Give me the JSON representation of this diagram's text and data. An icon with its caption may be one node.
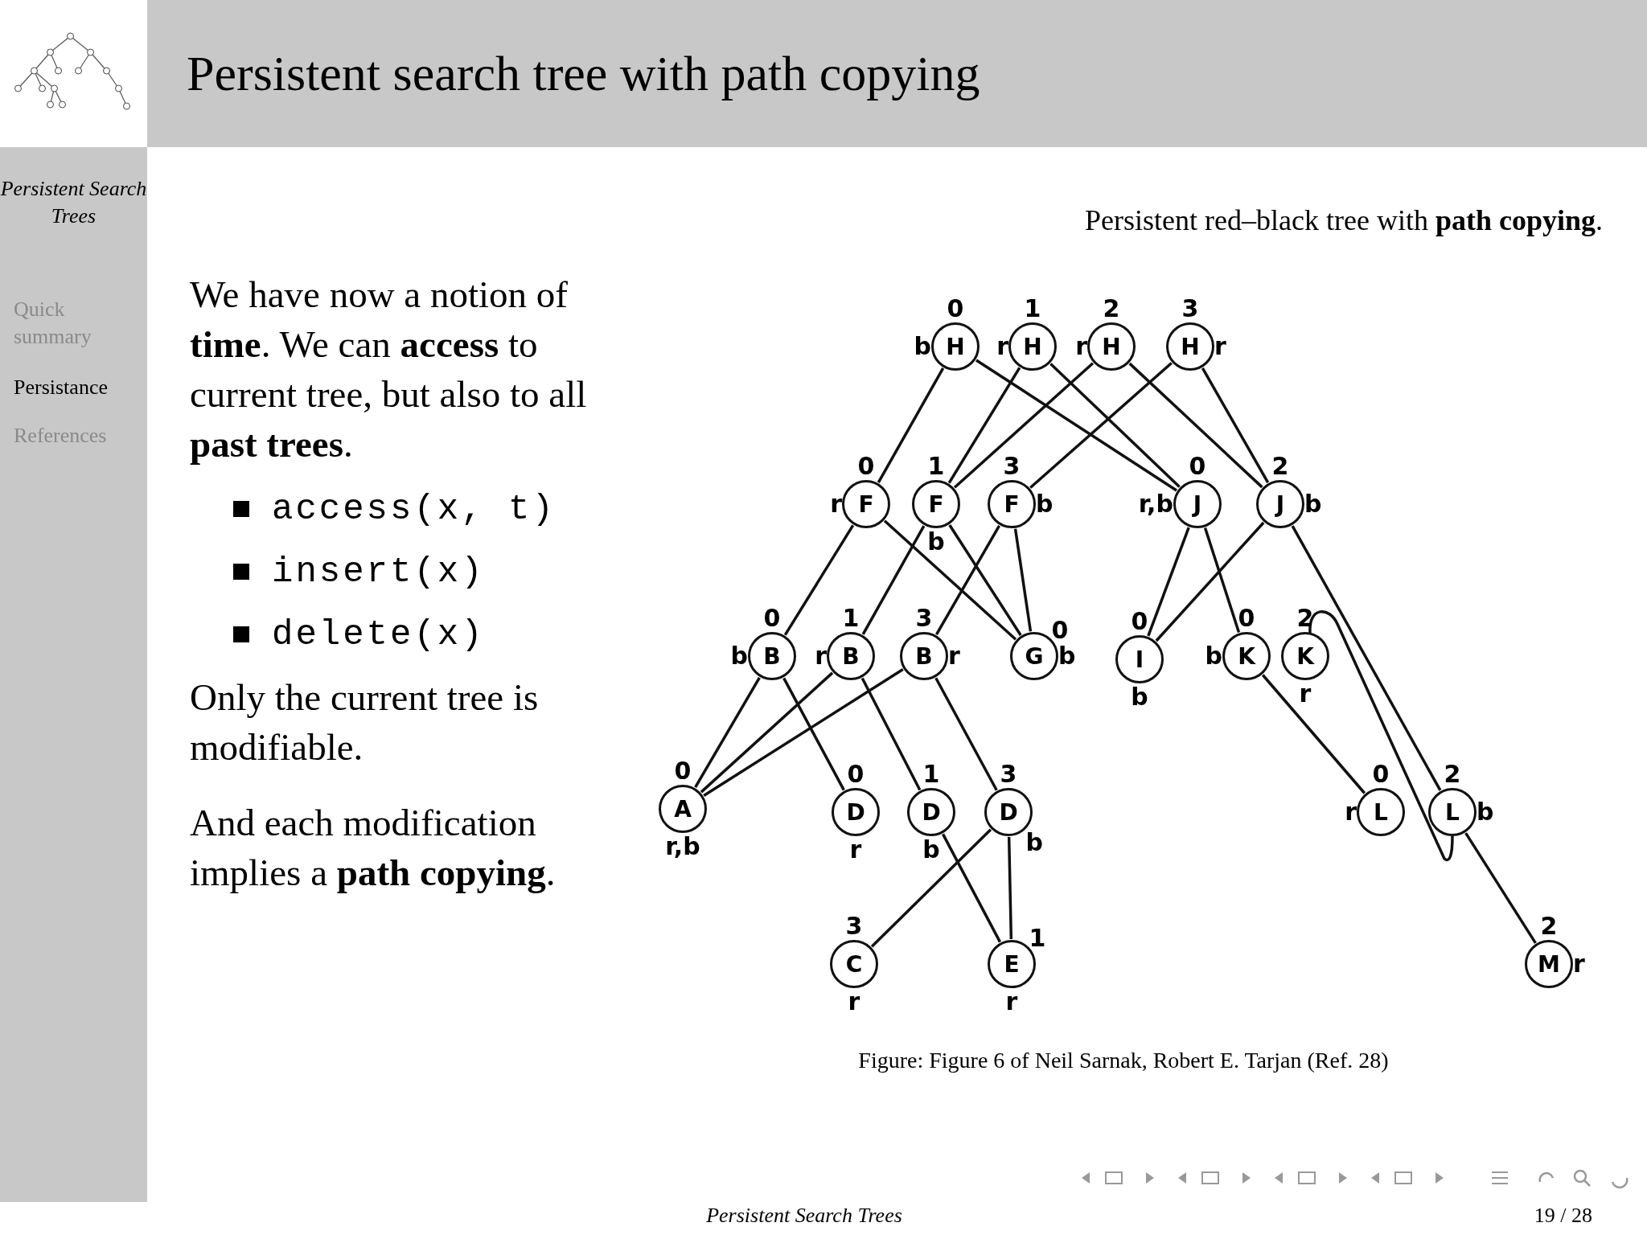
{
  "diagram": {
    "title": "Persistent search tree with path copying",
    "caption": "Figure: Figure 6 of Neil Sarnak, Robert E. Tarjan (Ref. 28)",
    "nodes": [
      {
        "text": [
          "H"
        ],
        "beside": [
          "0",
          "b"
        ]
      },
      {
        "text": [
          "H"
        ],
        "beside": [
          "1",
          "r"
        ]
      },
      {
        "text": [
          "H"
        ],
        "beside": [
          "2",
          "r"
        ]
      },
      {
        "text": [
          "H"
        ],
        "beside": [
          "3",
          "r"
        ]
      },
      {
        "text": [
          "F"
        ],
        "beside": [
          "0",
          "r"
        ]
      },
      {
        "text": [
          "F"
        ],
        "beside": [
          "1",
          "b"
        ]
      },
      {
        "text": [
          "F"
        ],
        "beside": [
          "3",
          "b"
        ]
      },
      {
        "text": [
          "J"
        ],
        "beside": [
          "0",
          "r,b"
        ]
      },
      {
        "text": [
          "J"
        ],
        "beside": [
          "2",
          "b"
        ]
      },
      {
        "text": [
          "B"
        ],
        "beside": [
          "0",
          "b"
        ]
      },
      {
        "text": [
          "B"
        ],
        "beside": [
          "1",
          "r"
        ]
      },
      {
        "text": [
          "B"
        ],
        "beside": [
          "3",
          "r"
        ]
      },
      {
        "text": [
          "G"
        ],
        "beside": [
          "0",
          "b"
        ]
      },
      {
        "text": [
          "I"
        ],
        "beside": [
          "0",
          "b"
        ]
      },
      {
        "text": [
          "K"
        ],
        "beside": [
          "0",
          "b"
        ]
      },
      {
        "text": [
          "K"
        ],
        "beside": [
          "2",
          "r"
        ]
      },
      {
        "text": [
          "A"
        ],
        "beside": [
          "0",
          "r,b"
        ]
      },
      {
        "text": [
          "D"
        ],
        "beside": [
          "0",
          "r"
        ]
      },
      {
        "text": [
          "D"
        ],
        "beside": [
          "1",
          "b"
        ]
      },
      {
        "text": [
          "D"
        ],
        "beside": [
          "3",
          "b"
        ]
      },
      {
        "text": [
          "L"
        ],
        "beside": [
          "0",
          "r"
        ]
      },
      {
        "text": [
          "L"
        ],
        "beside": [
          "2",
          "b"
        ]
      },
      {
        "text": [
          "C"
        ],
        "beside": [
          "3",
          "r"
        ]
      },
      {
        "text": [
          "E"
        ],
        "beside": [
          "1",
          "r"
        ]
      },
      {
        "text": [
          "M"
        ],
        "beside": [
          "2",
          "r"
        ]
      }
    ],
    "edges": [
      {
        "from": 0,
        "to": 4,
        "arrow": "none"
      },
      {
        "from": 0,
        "to": 7,
        "arrow": "none"
      },
      {
        "from": 1,
        "to": 5,
        "arrow": "none"
      },
      {
        "from": 1,
        "to": 7,
        "arrow": "none"
      },
      {
        "from": 2,
        "to": 5,
        "arrow": "none"
      },
      {
        "from": 2,
        "to": 8,
        "arrow": "none"
      },
      {
        "from": 3,
        "to": 6,
        "arrow": "none"
      },
      {
        "from": 3,
        "to": 8,
        "arrow": "none"
      },
      {
        "from": 4,
        "to": 9,
        "arrow": "none"
      },
      {
        "from": 4,
        "to": 12,
        "arrow": "none"
      },
      {
        "from": 5,
        "to": 10,
        "arrow": "none"
      },
      {
        "from": 5,
        "to": 12,
        "arrow": "none"
      },
      {
        "from": 6,
        "to": 11,
        "arrow": "none"
      },
      {
        "from": 6,
        "to": 12,
        "arrow": "none"
      },
      {
        "from": 7,
        "to": 13,
        "arrow": "none"
      },
      {
        "from": 7,
        "to": 14,
        "arrow": "none"
      },
      {
        "from": 8,
        "to": 13,
        "arrow": "none"
      },
      {
        "from": 8,
        "to": 21,
        "arrow": "none"
      },
      {
        "from": 9,
        "to": 16,
        "arrow": "none"
      },
      {
        "from": 9,
        "to": 17,
        "arrow": "none"
      },
      {
        "from": 10,
        "to": 16,
        "arrow": "none"
      },
      {
        "from": 10,
        "to": 18,
        "arrow": "none"
      },
      {
        "from": 11,
        "to": 16,
        "arrow": "none"
      },
      {
        "from": 11,
        "to": 19,
        "arrow": "none"
      },
      {
        "from": 14,
        "to": 20,
        "arrow": "none"
      },
      {
        "from": 15,
        "to": 21,
        "arrow": "none"
      },
      {
        "from": 18,
        "to": 23,
        "arrow": "none"
      },
      {
        "from": 19,
        "to": 22,
        "arrow": "none"
      },
      {
        "from": 19,
        "to": 23,
        "arrow": "none"
      },
      {
        "from": 21,
        "to": 24,
        "arrow": "none"
      }
    ],
    "labels": [
      "Persistent Search Trees",
      "Quick summary",
      "Persistance",
      "References",
      "We have now a notion of **time**. We can **access** to current tree, but also to all **past trees**.",
      "access(x, t)",
      "insert(x)",
      "delete(x)",
      "Only the current tree is modifiable.",
      "And each modification implies a **path copying**.",
      "Persistent red–black tree with **path copying**.",
      "Persistent Search Trees",
      "19 / 28"
    ]
  }
}
